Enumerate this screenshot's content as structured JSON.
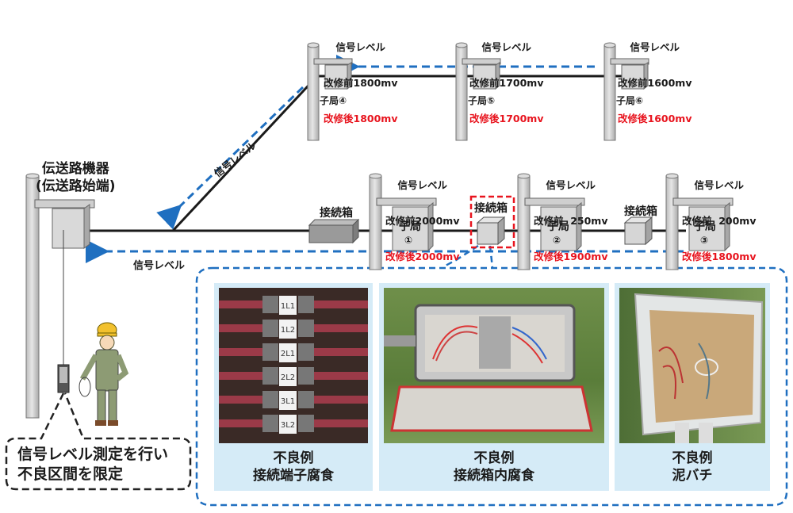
{
  "colors": {
    "accent_blue": "#1f6fc0",
    "after_red": "#e8141e",
    "highlight_red": "#e8141e",
    "card_bg": "#d5ebf7"
  },
  "headend": {
    "title": "伝送路機器\n(伝送路始端)"
  },
  "signal_arrow_labels": {
    "diagonal": "信号レベル",
    "bottom": "信号レベル"
  },
  "junction_label": "接続箱",
  "stations": [
    {
      "id": "4",
      "name": "子局④",
      "heading": "信号レベル",
      "before": "改修前1800mv",
      "after": "改修後1800mv"
    },
    {
      "id": "5",
      "name": "子局⑤",
      "heading": "信号レベル",
      "before": "改修前1700mv",
      "after": "改修後1700mv"
    },
    {
      "id": "6",
      "name": "子局⑥",
      "heading": "信号レベル",
      "before": "改修前1600mv",
      "after": "改修後1600mv"
    },
    {
      "id": "1",
      "name_top": "子局",
      "name_num": "①",
      "heading": "信号レベル",
      "before": "改修前2000mv",
      "after": "改修後2000mv"
    },
    {
      "id": "2",
      "name_top": "子局",
      "name_num": "②",
      "heading": "信号レベル",
      "before": "改修前  250mv",
      "after": "改修後1900mv"
    },
    {
      "id": "3",
      "name_top": "子局",
      "name_num": "③",
      "heading": "信号レベル",
      "before": "改修前  200mv",
      "after": "改修後1800mv"
    }
  ],
  "callout": {
    "text": "信号レベル測定を行い\n不良区間を限定"
  },
  "examples": [
    {
      "caption": "不良例\n接続端子腐食",
      "photo": "terminal-corrosion-photo",
      "terminal_labels": [
        "1L1",
        "1L2",
        "2L1",
        "2L2",
        "3L1",
        "3L2"
      ]
    },
    {
      "caption": "不良例\n接続箱内腐食",
      "photo": "junction-box-corrosion-photo"
    },
    {
      "caption": "不良例\n泥バチ",
      "photo": "mud-wasp-nest-photo"
    }
  ]
}
